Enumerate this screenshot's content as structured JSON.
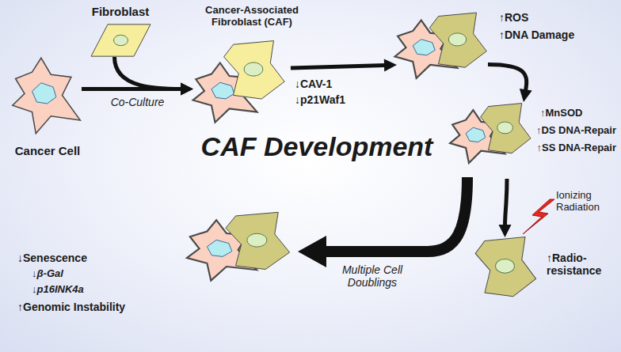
{
  "diagram": {
    "title": "CAF Development",
    "nodes": [
      {
        "text": [
          "Fibroblast"
        ]
      },
      {
        "text": [
          "Cancer Cell"
        ]
      },
      {
        "text": [
          "Cancer-Associated Fibroblast (CAF)",
          "↓CAV-1",
          "↓p21Waf1"
        ]
      },
      {
        "text": [
          "↑ROS",
          "↑DNA Damage"
        ]
      },
      {
        "text": [
          "↑MnSOD",
          "↑DS DNA-Repair",
          "↑SS DNA-Repair"
        ]
      },
      {
        "text": [
          "↓Senescence",
          "↓β-Gal",
          "↓p16INK4a",
          "↑Genomic Instability"
        ]
      },
      {
        "text": [
          "↑Radio-resistance"
        ]
      }
    ],
    "edges": [
      {
        "from": 1,
        "to": 2,
        "arrow": "to",
        "label": "Co-Culture"
      },
      {
        "from": 0,
        "to": 2,
        "arrow": "to"
      },
      {
        "from": 2,
        "to": 3,
        "arrow": "to"
      },
      {
        "from": 3,
        "to": 4,
        "arrow": "to"
      },
      {
        "from": 4,
        "to": 6,
        "arrow": "to"
      },
      {
        "from": 4,
        "to": 5,
        "arrow": "to",
        "label": "Multiple Cell Doublings"
      }
    ],
    "labels": [
      "Ionizing Radiation"
    ]
  }
}
